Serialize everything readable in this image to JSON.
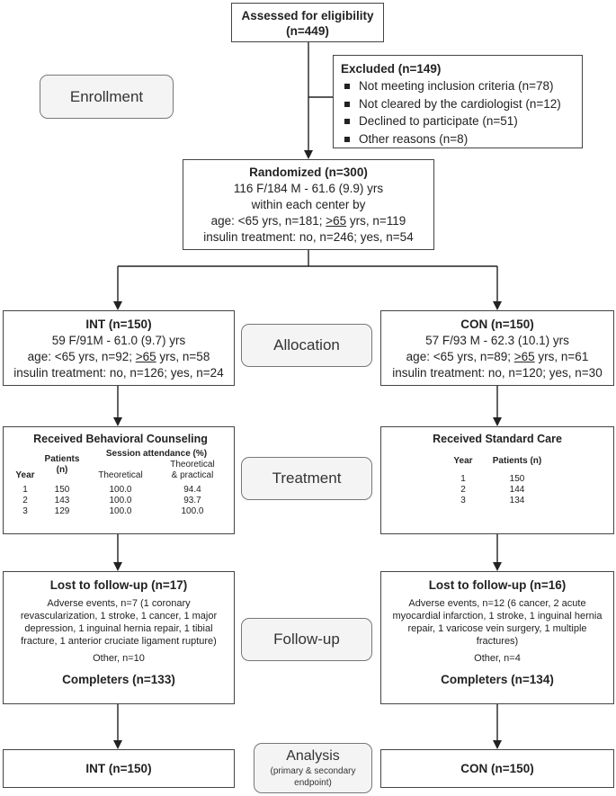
{
  "assessed": {
    "title": "Assessed for eligibility",
    "count": "(n=449)"
  },
  "excluded": {
    "title": "Excluded (n=149)",
    "items": [
      "Not meeting inclusion criteria (n=78)",
      "Not cleared by the cardiologist (n=12)",
      "Declined to participate (n=51)",
      "Other reasons (n=8)"
    ]
  },
  "stages": {
    "enrollment": "Enrollment",
    "allocation": "Allocation",
    "treatment": "Treatment",
    "followup": "Follow-up",
    "analysis_title": "Analysis",
    "analysis_sub1": "(primary & secondary",
    "analysis_sub2": "endpoint)"
  },
  "randomized": {
    "title": "Randomized (n=300)",
    "l1": "116 F/184 M - 61.6 (9.9) yrs",
    "l2": "within each center by",
    "l3_pre": "age:  <65 yrs, n=181; ",
    "l3_ge": ">65",
    "l3_post": " yrs, n=119",
    "l4": "insulin treatment: no, n=246; yes, n=54"
  },
  "int": {
    "title": "INT (n=150)",
    "l1": "59 F/91M - 61.0 (9.7) yrs",
    "l2_pre": "age: <65 yrs, n=92; ",
    "l2_ge": ">65",
    "l2_post": " yrs, n=58",
    "l3": "insulin treatment: no, n=126; yes, n=24"
  },
  "con": {
    "title": "CON (n=150)",
    "l1": "57 F/93 M - 62.3 (10.1) yrs",
    "l2_pre": "age: <65 yrs, n=89; ",
    "l2_ge": ">65",
    "l2_post": " yrs, n=61",
    "l3": "insulin treatment: no, n=120; yes, n=30"
  },
  "int_treatment": {
    "title": "Received Behavioral Counseling",
    "col_year": "Year",
    "col_patients": "Patients",
    "col_patients_n": "(n)",
    "col_attendance": "Session attendance (%)",
    "col_theoretical": "Theoretical",
    "col_practical1": "Theoretical",
    "col_practical2": "& practical",
    "rows": [
      [
        "1",
        "150",
        "100.0",
        "94.4"
      ],
      [
        "2",
        "143",
        "100.0",
        "93.7"
      ],
      [
        "3",
        "129",
        "100.0",
        "100.0"
      ]
    ]
  },
  "con_treatment": {
    "title": "Received Standard Care",
    "col_year": "Year",
    "col_patients": "Patients (n)",
    "rows": [
      [
        "1",
        "150"
      ],
      [
        "2",
        "144"
      ],
      [
        "3",
        "134"
      ]
    ]
  },
  "int_followup": {
    "title": "Lost to follow-up (n=17)",
    "adverse": "Adverse events, n=7  (1 coronary revascularization, 1 stroke, 1 cancer, 1 major depression, 1 inguinal hernia repair, 1 tibial fracture, 1 anterior cruciate ligament rupture)",
    "other": "Other, n=10",
    "completers": "Completers (n=133)"
  },
  "con_followup": {
    "title": "Lost to follow-up (n=16)",
    "adverse": "Adverse events, n=12 (6 cancer, 2 acute myocardial infarction, 1 stroke, 1 inguinal hernia repair, 1 varicose vein surgery, 1 multiple fractures)",
    "other": "Other, n=4",
    "completers": "Completers (n=134)"
  },
  "int_analysis": "INT (n=150)",
  "con_analysis": "CON (n=150)"
}
